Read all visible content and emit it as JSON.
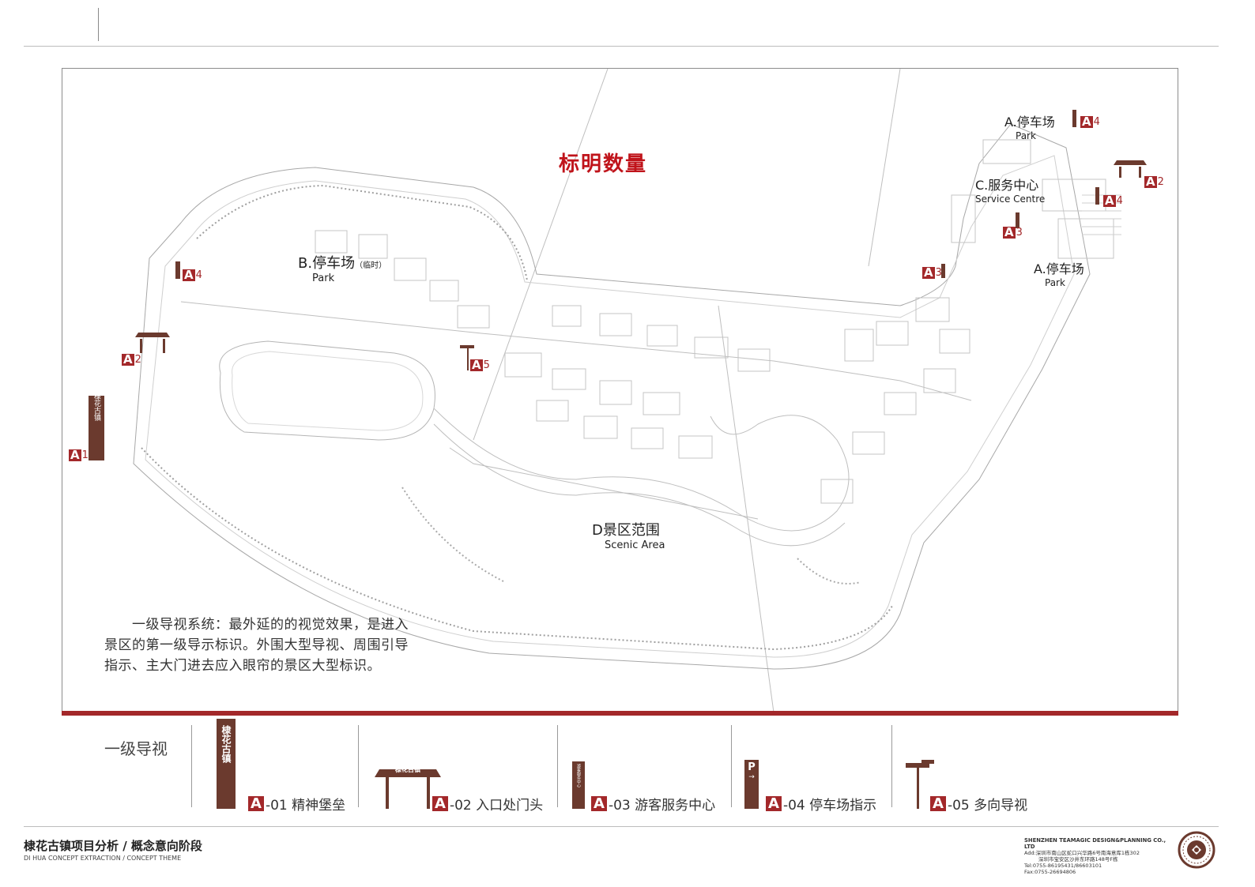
{
  "map": {
    "title": "标明数量",
    "zones": {
      "park_b_cn": "B.停车场",
      "park_b_note": "（临时）",
      "park_b_en": "Park",
      "park_a_top_cn": "A.停车场",
      "park_a_top_en": "Park",
      "service_cn": "C.服务中心",
      "service_en": "Service Centre",
      "park_a_right_cn": "A.停车场",
      "park_a_right_en": "Park",
      "scenic_cn": "D景区范围",
      "scenic_en": "Scenic Area"
    },
    "markers": [
      {
        "letter": "A",
        "num": "1"
      },
      {
        "letter": "A",
        "num": "2"
      },
      {
        "letter": "A",
        "num": "4"
      },
      {
        "letter": "A",
        "num": "5"
      },
      {
        "letter": "A",
        "num": "3"
      },
      {
        "letter": "A",
        "num": "3"
      },
      {
        "letter": "A",
        "num": "4"
      },
      {
        "letter": "A",
        "num": "2"
      },
      {
        "letter": "A",
        "num": "4"
      }
    ],
    "sign_text": "棣花古镇",
    "description": [
      "　　一级导视系统：最外延的的视觉效果，是进入",
      "景区的第一级导示标识。外围大型导视、周围引导",
      "指示、主大门进去应入眼帘的景区大型标识。"
    ]
  },
  "legend": {
    "title": "一级导视",
    "items": [
      {
        "letter": "A",
        "label": "-01 精神堡垒"
      },
      {
        "letter": "A",
        "label": "-02 入口处门头"
      },
      {
        "letter": "A",
        "label": "-03 游客服务中心"
      },
      {
        "letter": "A",
        "label": "-04 停车场指示"
      },
      {
        "letter": "A",
        "label": "-05 多向导视"
      }
    ],
    "gate_text": "棣花古镇",
    "service_sign_text": "游客服务中心",
    "parking_sign_text": "P"
  },
  "footer": {
    "title": "棣花古镇项目分析 / 概念意向阶段",
    "subtitle": "DI HUA CONCEPT EXTRACTION / CONCEPT THEME",
    "company": "SHENZHEN TEAMAGIC DESIGN&PLANNING CO., LTD",
    "address1": "Add:深圳市南山区蛇口兴华路6号南海意库1栋302",
    "address2": "深圳市宝安区沙井东环路148号F栋",
    "tel": "Tel:0755-86195431/86603101",
    "fax": "Fax:0755-26694806"
  },
  "colors": {
    "accent": "#a3282a",
    "title_red": "#c0141b",
    "sign_brown": "#6b3a2e"
  }
}
